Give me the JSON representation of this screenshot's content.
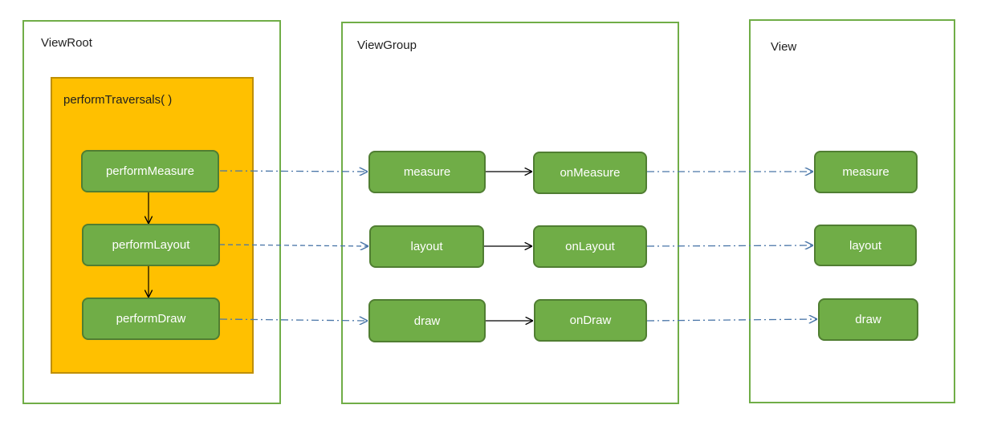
{
  "colors": {
    "panel_border": "#70ad47",
    "method_group_fill": "#ffc000",
    "method_group_border": "#bf8f00",
    "node_fill": "#70ad47",
    "node_border": "#507e32",
    "node_text": "#ffffff",
    "solid_arrow": "#000000",
    "dashed_arrow": "#4a76a8"
  },
  "panels": {
    "viewroot": {
      "title": "ViewRoot",
      "group_title": "performTraversals( )",
      "nodes": {
        "perform_measure": "performMeasure",
        "perform_layout": "performLayout",
        "perform_draw": "performDraw"
      }
    },
    "viewgroup": {
      "title": "ViewGroup",
      "nodes": {
        "measure": "measure",
        "on_measure": "onMeasure",
        "layout": "layout",
        "on_layout": "onLayout",
        "draw": "draw",
        "on_draw": "onDraw"
      }
    },
    "view": {
      "title": "View",
      "nodes": {
        "measure": "measure",
        "layout": "layout",
        "draw": "draw"
      }
    }
  },
  "connectors": [
    {
      "from": "performMeasure",
      "to": "performLayout",
      "style": "solid"
    },
    {
      "from": "performLayout",
      "to": "performDraw",
      "style": "solid"
    },
    {
      "from": "performMeasure",
      "to": "measure",
      "style": "dash-dot"
    },
    {
      "from": "performLayout",
      "to": "layout",
      "style": "dashed"
    },
    {
      "from": "performDraw",
      "to": "draw",
      "style": "dash-dot"
    },
    {
      "from": "measure",
      "to": "onMeasure",
      "style": "solid"
    },
    {
      "from": "layout",
      "to": "onLayout",
      "style": "solid"
    },
    {
      "from": "draw",
      "to": "onDraw",
      "style": "solid"
    },
    {
      "from": "onMeasure",
      "to": "measure",
      "style": "dash-dot"
    },
    {
      "from": "onLayout",
      "to": "layout",
      "style": "dash-dot"
    },
    {
      "from": "onDraw",
      "to": "draw",
      "style": "dash-dot"
    }
  ]
}
